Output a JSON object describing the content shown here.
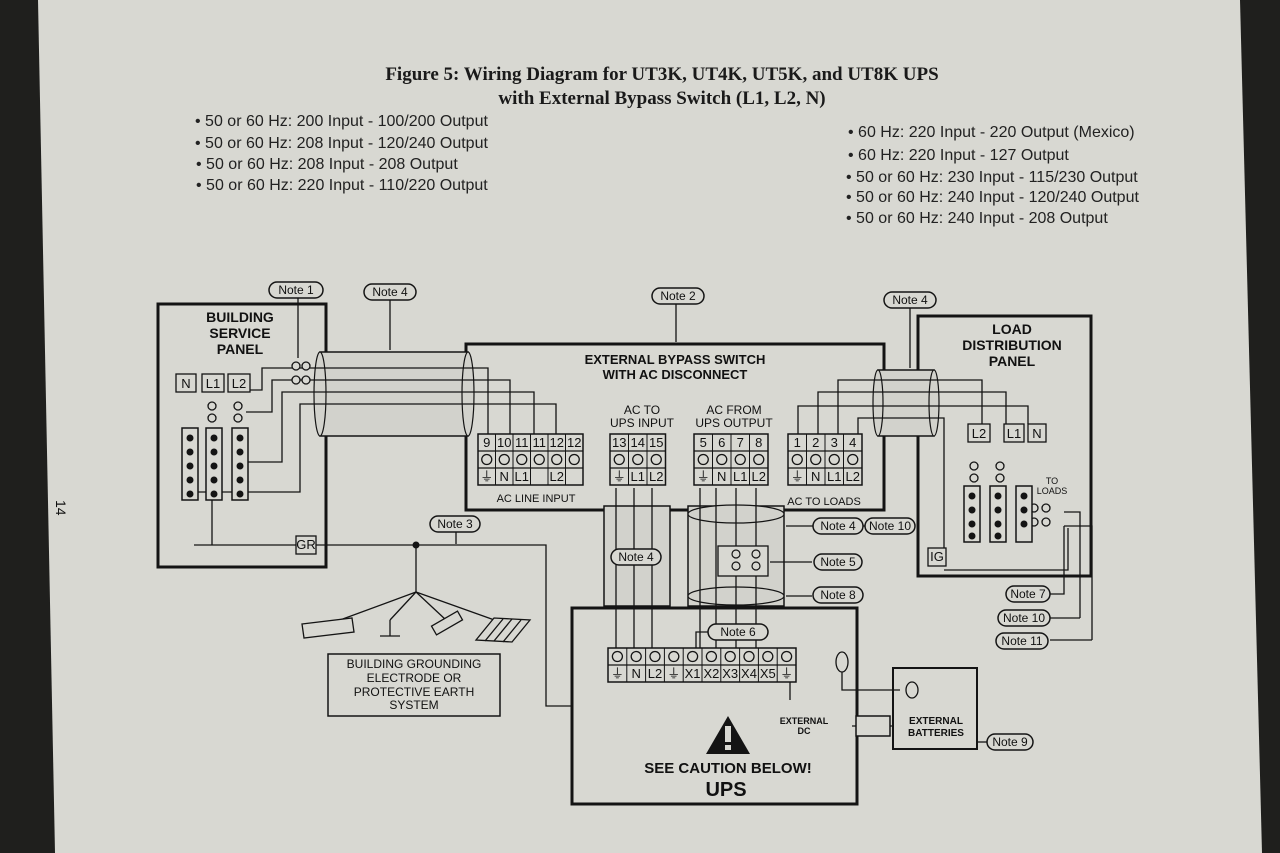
{
  "page_number": "14",
  "title": {
    "line1": "Figure 5: Wiring Diagram for UT3K, UT4K, UT5K, and UT8K UPS",
    "line2": "with External Bypass Switch (L1, L2, N)"
  },
  "bullets_left": [
    "• 50 or 60 Hz: 200 Input - 100/200 Output",
    "• 50 or 60 Hz: 208 Input - 120/240 Output",
    "• 50 or 60 Hz: 208 Input - 208 Output",
    "• 50 or 60 Hz: 220 Input - 110/220 Output"
  ],
  "bullets_right": [
    "• 60 Hz: 220 Input - 220 Output (Mexico)",
    "• 60 Hz: 220 Input - 127 Output",
    "• 50 or 60 Hz: 230 Input - 115/230 Output",
    "• 50 or 60 Hz: 240 Input - 120/240 Output",
    "• 50 or 60 Hz: 240 Input - 208 Output"
  ],
  "panels": {
    "building_service": [
      "BUILDING",
      "SERVICE",
      "PANEL"
    ],
    "load_distribution": [
      "LOAD",
      "DISTRIBUTION",
      "PANEL"
    ],
    "bypass_switch": [
      "EXTERNAL BYPASS SWITCH",
      "WITH AC DISCONNECT"
    ],
    "ac_to_ups_input": [
      "AC TO",
      "UPS INPUT"
    ],
    "ac_from_ups_output": [
      "AC FROM",
      "UPS OUTPUT"
    ],
    "ac_line_input": "AC LINE INPUT",
    "ac_to_loads": "AC TO LOADS",
    "to_loads": [
      "TO",
      "LOADS"
    ],
    "grounding": [
      "BUILDING GROUNDING",
      "ELECTRODE OR",
      "PROTECTIVE EARTH",
      "SYSTEM"
    ],
    "external_dc": [
      "EXTERNAL",
      "DC"
    ],
    "external_batteries": [
      "EXTERNAL",
      "BATTERIES"
    ],
    "caution": "SEE CAUTION BELOW!",
    "ups": "UPS",
    "gr": "GR",
    "ig": "IG"
  },
  "notes": {
    "n1": "Note 1",
    "n2": "Note 2",
    "n3": "Note 3",
    "n4": "Note 4",
    "n5": "Note 5",
    "n6": "Note 6",
    "n7": "Note 7",
    "n8": "Note 8",
    "n9": "Note 9",
    "n10": "Note 10",
    "n11": "Note 11"
  },
  "terminals": {
    "building_cols": [
      "N",
      "L1",
      "L2"
    ],
    "load_cols": [
      "L2",
      "L1",
      "N"
    ],
    "line_input_nums": [
      "9",
      "10",
      "11",
      "11",
      "12",
      "12"
    ],
    "line_input_labels": [
      "⏚",
      "N",
      "L1",
      "",
      "L2",
      ""
    ],
    "ups_input_nums": [
      "13",
      "14",
      "15"
    ],
    "ups_input_labels": [
      "⏚",
      "L1",
      "L2"
    ],
    "ups_output_nums": [
      "5",
      "6",
      "7",
      "8"
    ],
    "ups_output_labels": [
      "⏚",
      "N",
      "L1",
      "L2"
    ],
    "loads_nums": [
      "1",
      "2",
      "3",
      "4"
    ],
    "loads_labels": [
      "⏚",
      "N",
      "L1",
      "L2"
    ],
    "ups_block_labels": [
      "⏚",
      "N",
      "L2",
      "⏚",
      "X1",
      "X2",
      "X3",
      "X4",
      "X5",
      "⏚"
    ]
  },
  "colors": {
    "paper": "#dcdcd6",
    "ink": "#141414",
    "conduit": "#d2d2cc"
  }
}
